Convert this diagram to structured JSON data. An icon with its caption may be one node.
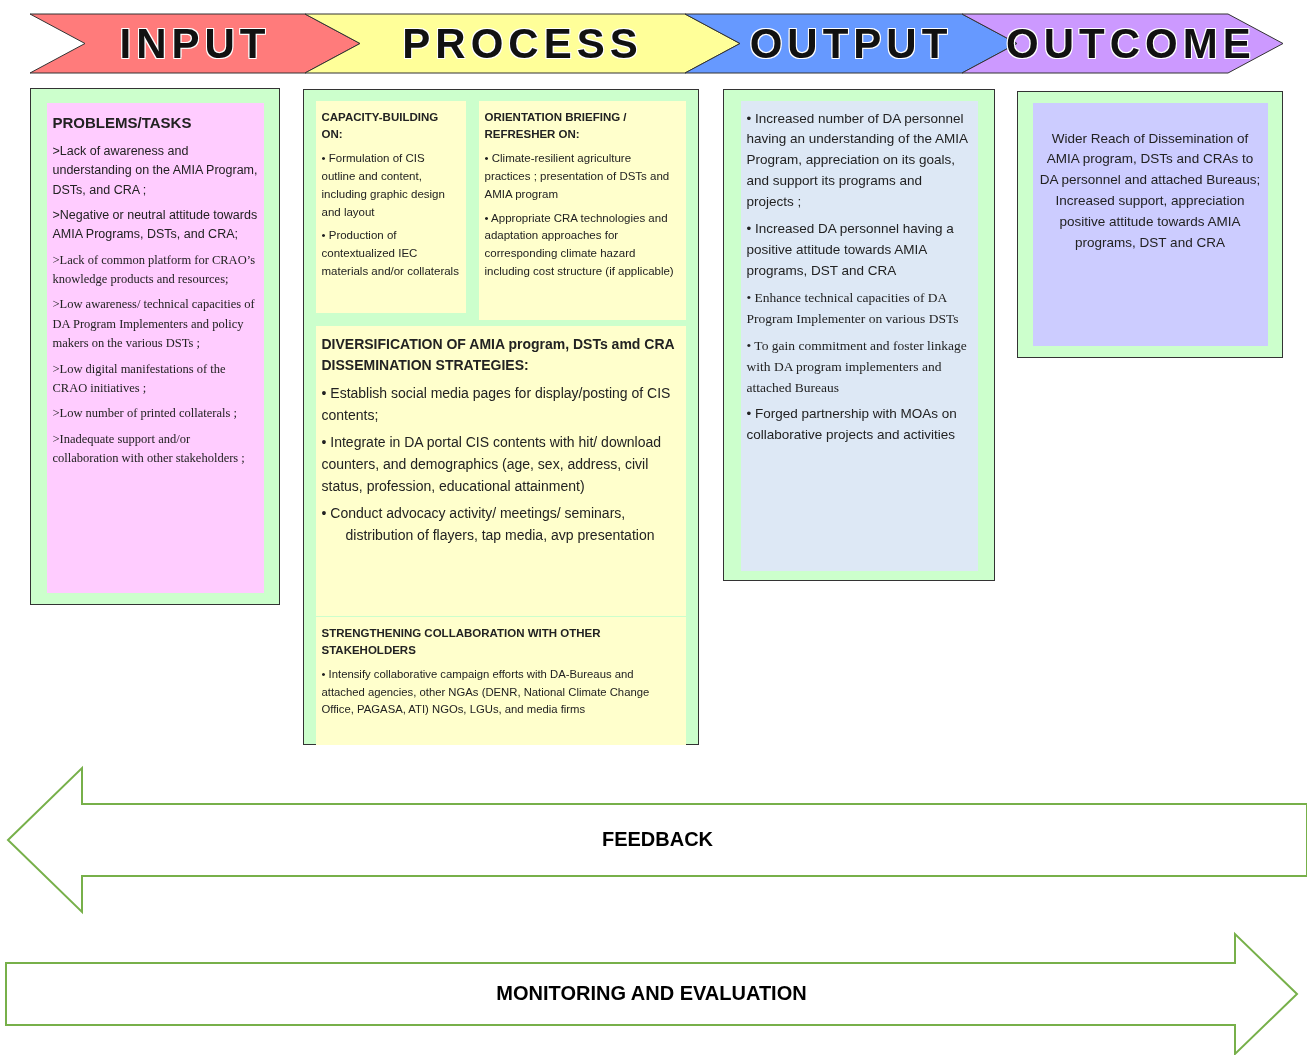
{
  "diagram": {
    "nodes": [
      {
        "text": [
          "INPUT"
        ]
      },
      {
        "text": [
          "PROCESS"
        ]
      },
      {
        "text": [
          "OUTPUT"
        ]
      },
      {
        "text": [
          "OUTCOME"
        ]
      },
      {
        "text": [],
        "shape": "box"
      },
      {
        "text": [
          "PROBLEMS/TASKS",
          ">Lack of awareness and understanding on the AMIA Program, DSTs, and CRA ;",
          ">Negative or neutral attitude towards AMIA Programs, DSTs, and CRA;",
          ">Lack of common platform for CRAO’s knowledge products and resources;",
          ">Low awareness/ technical capacities of DA Program Implementers and policy makers on the various DSTs ;",
          ">Low digital manifestations of the CRAO initiatives ;",
          ">Low number of printed collaterals ;",
          ">Inadequate support and/or collaboration with other stakeholders ;"
        ],
        "in": 4
      },
      {
        "text": [],
        "shape": "box"
      },
      {
        "text": [
          "CAPACITY-BUILDING ON:",
          "• Formulation of CIS outline and content, including graphic design and layout",
          "• Production of contextualized IEC materials and/or collaterals"
        ],
        "in": 6
      },
      {
        "text": [
          "ORIENTATION BRIEFING / REFRESHER ON:",
          "• Climate-resilient agriculture practices ; presentation of DSTs and AMIA program",
          "• Appropriate CRA technologies and adaptation approaches for corresponding climate hazard including cost structure (if applicable)"
        ],
        "in": 6
      },
      {
        "text": [
          "DIVERSIFICATION OF AMIA program, DSTs amd CRA DISSEMINATION STRATEGIES:",
          "• Establish social media pages for display/posting of CIS contents;",
          "• Integrate in DA portal CIS contents with hit/ download counters, and demographics (age, sex, address, civil status, profession, educational attainment)",
          "• Conduct advocacy activity/ meetings/ seminars, distribution of flayers, tap media, avp presentation"
        ],
        "in": 6
      },
      {
        "text": [
          "STRENGTHENING COLLABORATION WITH OTHER STAKEHOLDERS",
          "• Intensify collaborative campaign efforts with DA-Bureaus and attached agencies, other NGAs (DENR, National Climate Change Office, PAGASA, ATI) NGOs, LGUs, and media firms"
        ],
        "in": 6
      },
      {
        "text": [],
        "shape": "box"
      },
      {
        "text": [
          "• Increased number of DA personnel having an understanding of the AMIA Program, appreciation on its goals, and support its programs and projects ;",
          "• Increased DA personnel having a positive attitude towards AMIA programs, DST and CRA",
          "• Enhance technical capacities of DA Program Implementer on various DSTs",
          "• To gain commitment and foster linkage with DA program implementers and attached Bureaus",
          "• Forged partnership with MOAs on collaborative projects and activities"
        ],
        "in": 11
      },
      {
        "text": [],
        "shape": "box"
      },
      {
        "text": [
          "Wider Reach of Dissemination of AMIA program, DSTs and CRAs to DA personnel and attached Bureaus; Increased support, appreciation positive attitude towards AMIA programs, DST and CRA"
        ],
        "in": 13
      },
      {
        "text": [
          "FEEDBACK"
        ]
      },
      {
        "text": [
          "MONITORING AND EVALUATION"
        ]
      }
    ]
  }
}
